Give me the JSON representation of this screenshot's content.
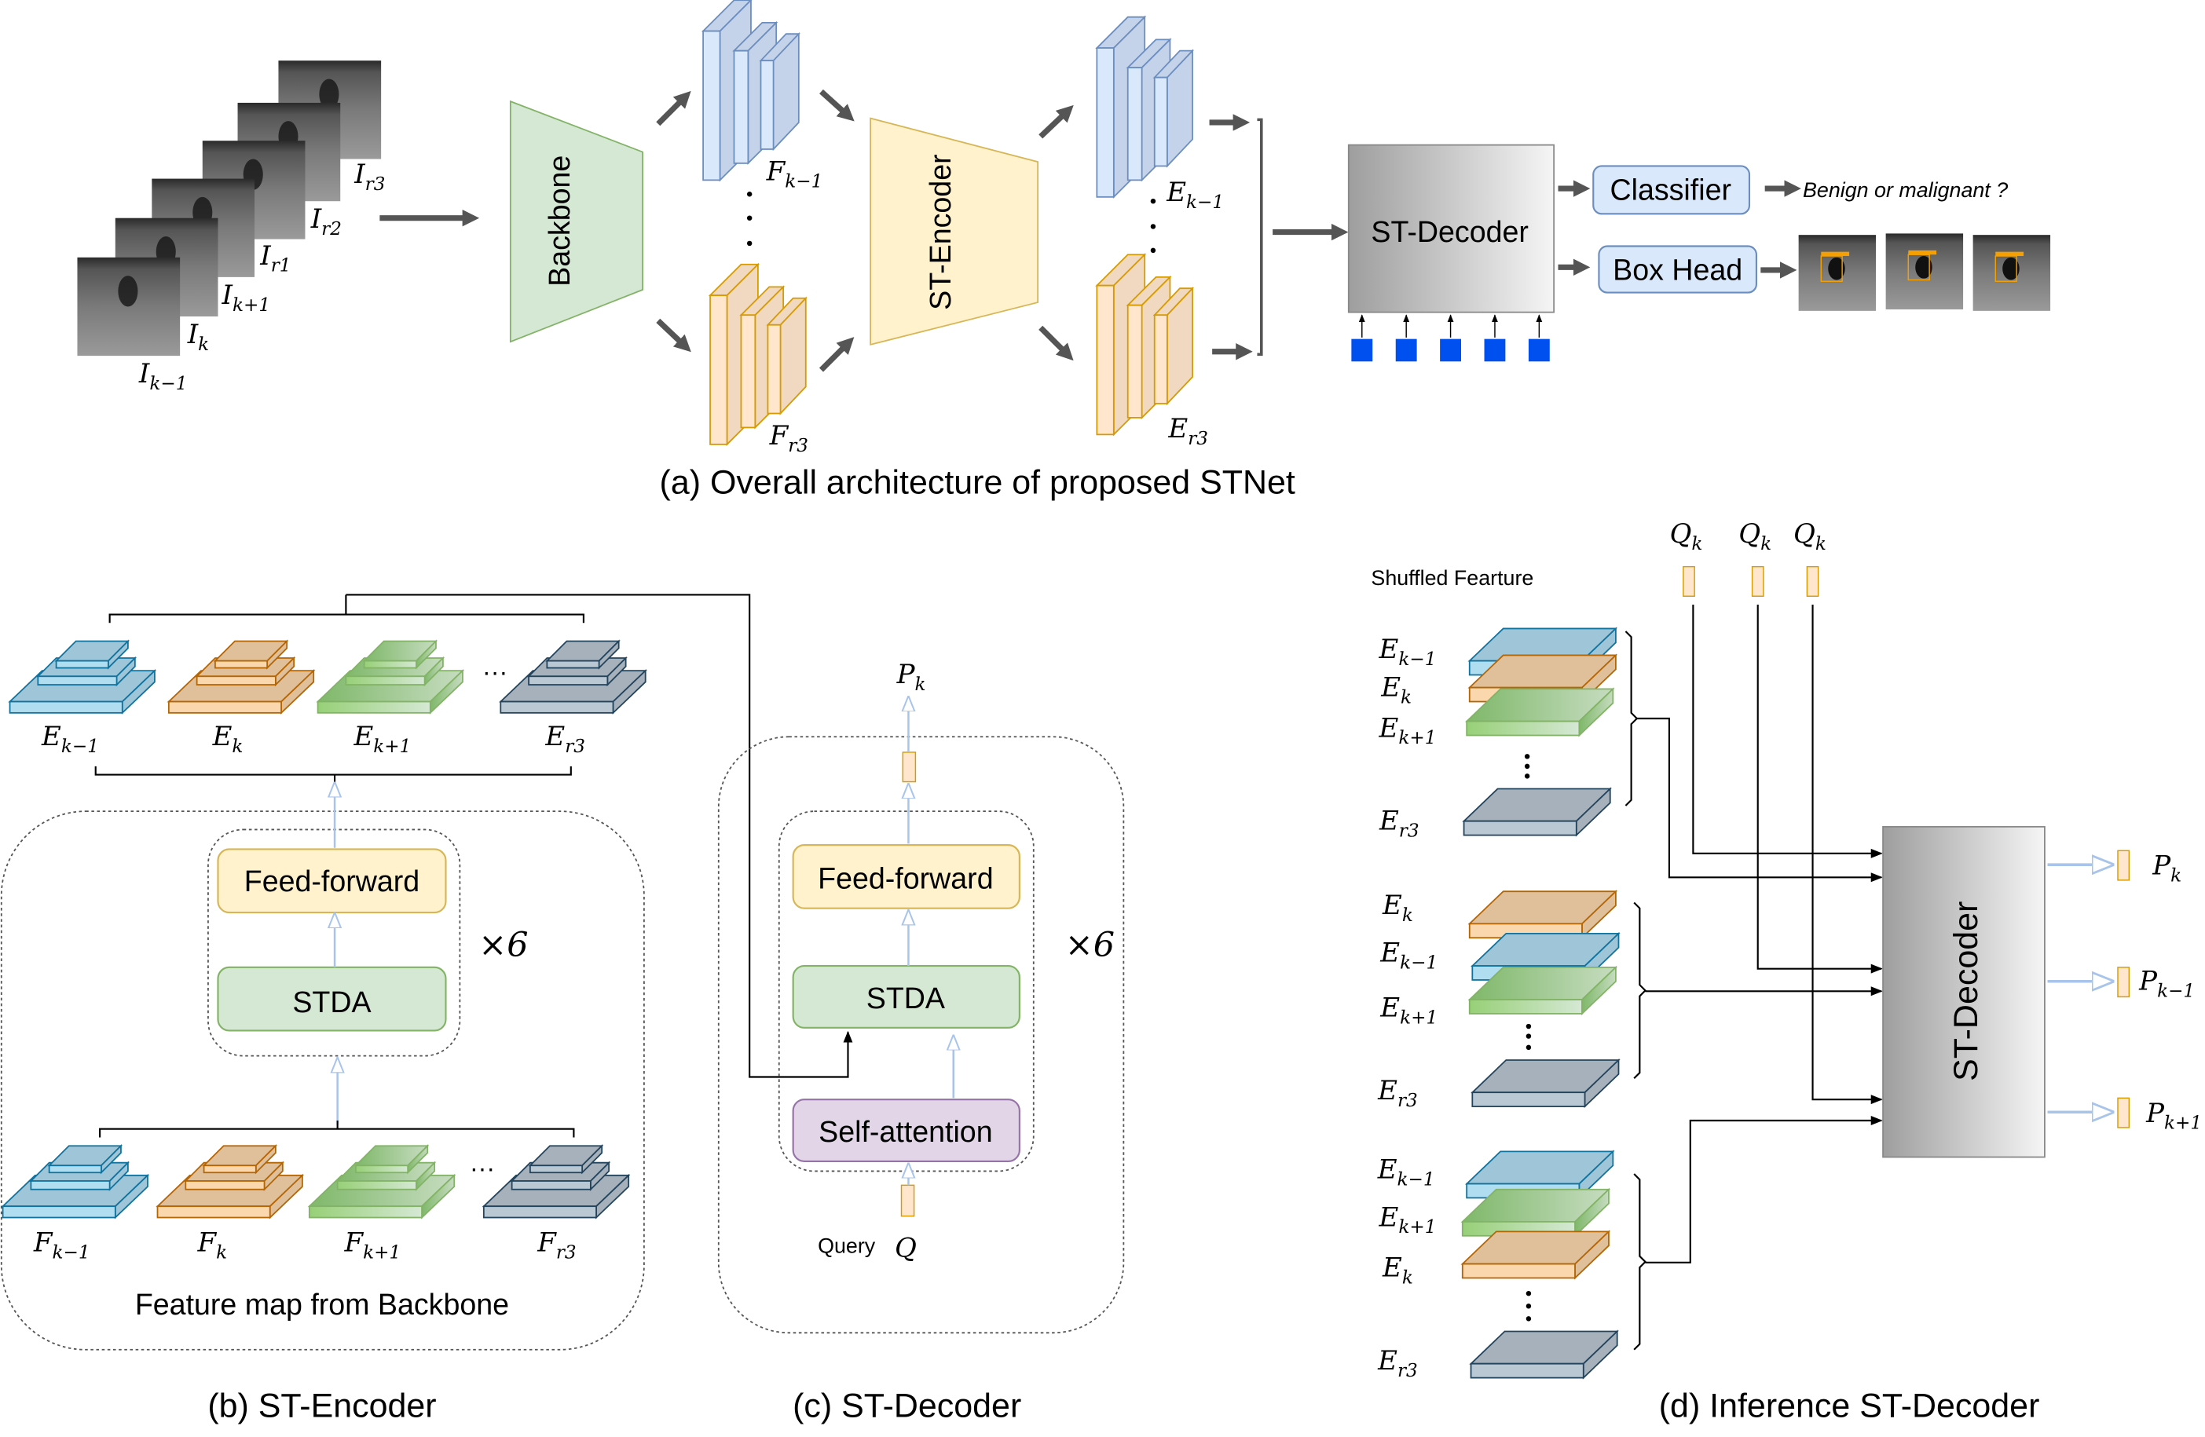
{
  "colors": {
    "blue": {
      "front": "#b1ddf0",
      "top": "#9fc5d8",
      "stroke": "#10739e"
    },
    "orange": {
      "front": "#fad7ac",
      "top": "#e0c09a",
      "stroke": "#b46504"
    },
    "green": {
      "front": "#97d077",
      "top": "#8fc07a",
      "stroke": "#82b366"
    },
    "gray": {
      "front": "#bac8d3",
      "top": "#a7b1bb",
      "stroke": "#23445d"
    },
    "feat_blue": {
      "front": "#dae8fc",
      "top": "#c4d3ea",
      "stroke": "#6c8ebf"
    },
    "feat_orange": {
      "front": "#ffe6cc",
      "top": "#f0d9c0",
      "stroke": "#d79b00"
    },
    "backbone": {
      "fill": "#d5e8d4",
      "stroke": "#82b366"
    },
    "encoder": {
      "fill": "#fff2cc",
      "stroke": "#d6b656"
    },
    "query_square": "#0050ef",
    "self_attention": {
      "fill": "#e1d5e7",
      "stroke": "#9673a6"
    },
    "head": {
      "fill": "#dae8fc",
      "stroke": "#6c8ebf"
    },
    "detection_box": "#f5a000"
  },
  "panel_a": {
    "caption": "(a) Overall architecture of proposed STNet",
    "frames": [
      {
        "base": "I",
        "sub": "k−1"
      },
      {
        "base": "I",
        "sub": "k"
      },
      {
        "base": "I",
        "sub": "k+1"
      },
      {
        "base": "I",
        "sub": "r1"
      },
      {
        "base": "I",
        "sub": "r2"
      },
      {
        "base": "I",
        "sub": "r3"
      }
    ],
    "backbone_label": "Backbone",
    "feature_top": {
      "base": "F",
      "sub": "k−1"
    },
    "feature_bottom": {
      "base": "F",
      "sub": "r3"
    },
    "encoder_label": "ST-Encoder",
    "encoded_top": {
      "base": "E",
      "sub": "k−1"
    },
    "encoded_bottom": {
      "base": "E",
      "sub": "r3"
    },
    "decoder_label": "ST-Decoder",
    "query_count": 5,
    "classifier_label": "Classifier",
    "box_head_label": "Box Head",
    "classifier_output": "Benign or malignant ?"
  },
  "panel_b": {
    "caption": "(b) ST-Encoder",
    "outputs": [
      {
        "base": "E",
        "sub": "k−1"
      },
      {
        "base": "E",
        "sub": "k"
      },
      {
        "base": "E",
        "sub": "k+1"
      },
      {
        "base": "E",
        "sub": "r3"
      }
    ],
    "inputs": [
      {
        "base": "F",
        "sub": "k−1"
      },
      {
        "base": "F",
        "sub": "k"
      },
      {
        "base": "F",
        "sub": "k+1"
      },
      {
        "base": "F",
        "sub": "r3"
      }
    ],
    "ellipsis": "···",
    "feed_forward_label": "Feed-forward",
    "stda_label": "STDA",
    "repeat_label": "×6",
    "footer": "Feature map from Backbone"
  },
  "panel_c": {
    "caption": "(c) ST-Decoder",
    "output": {
      "base": "P",
      "sub": "k"
    },
    "feed_forward_label": "Feed-forward",
    "stda_label": "STDA",
    "self_attention_label": "Self-attention",
    "repeat_label": "×6",
    "query_label": "Query",
    "query_symbol": "Q"
  },
  "panel_d": {
    "caption": "(d) Inference ST-Decoder",
    "shuffled_label": "Shuffled Fearture",
    "queries": [
      {
        "base": "Q",
        "sub": "k"
      },
      {
        "base": "Q",
        "sub": "k"
      },
      {
        "base": "Q",
        "sub": "k"
      }
    ],
    "groups": [
      [
        {
          "base": "E",
          "sub": "k−1"
        },
        {
          "base": "E",
          "sub": "k"
        },
        {
          "base": "E",
          "sub": "k+1"
        },
        {
          "base": "E",
          "sub": "r3"
        }
      ],
      [
        {
          "base": "E",
          "sub": "k"
        },
        {
          "base": "E",
          "sub": "k−1"
        },
        {
          "base": "E",
          "sub": "k+1"
        },
        {
          "base": "E",
          "sub": "r3"
        }
      ],
      [
        {
          "base": "E",
          "sub": "k−1"
        },
        {
          "base": "E",
          "sub": "k+1"
        },
        {
          "base": "E",
          "sub": "k"
        },
        {
          "base": "E",
          "sub": "r3"
        }
      ]
    ],
    "decoder_label": "ST-Decoder",
    "outputs": [
      {
        "base": "P",
        "sub": "k"
      },
      {
        "base": "P",
        "sub": "k−1"
      },
      {
        "base": "P",
        "sub": "k+1"
      }
    ]
  }
}
